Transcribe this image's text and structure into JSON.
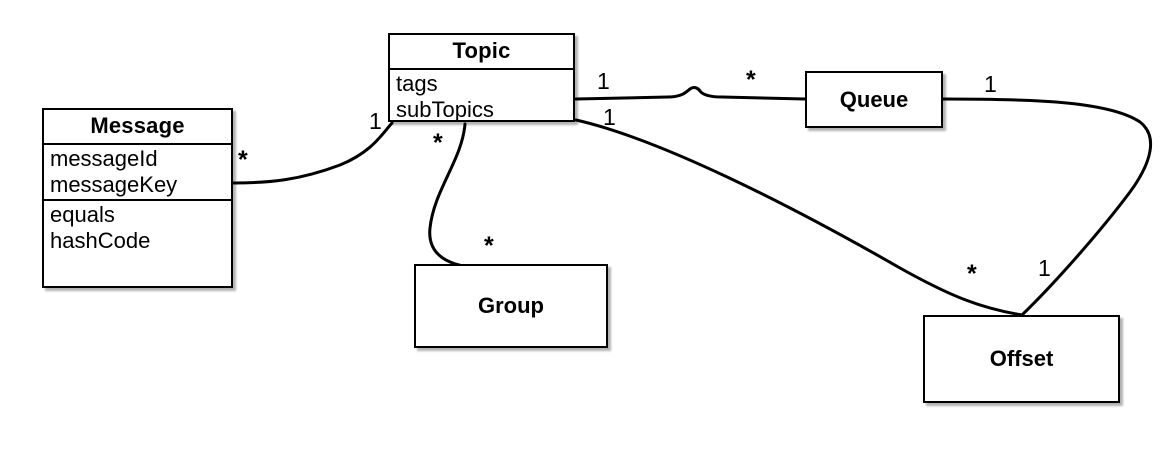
{
  "diagram": {
    "kind": "uml-class-diagram",
    "title": "",
    "background_color": "#ffffff",
    "line_color": "#000000",
    "box_fill": "#ffffff",
    "box_border": "#000000"
  },
  "classes": [
    {
      "id": "message",
      "name": "Message",
      "attributes": [
        "messageId",
        "messageKey"
      ],
      "operations": [
        "equals",
        "hashCode"
      ]
    },
    {
      "id": "topic",
      "name": "Topic",
      "attributes": [
        "tags",
        "subTopics"
      ],
      "operations": []
    },
    {
      "id": "queue",
      "name": "Queue",
      "attributes": [],
      "operations": []
    },
    {
      "id": "group",
      "name": "Group",
      "attributes": [],
      "operations": []
    },
    {
      "id": "offset",
      "name": "Offset",
      "attributes": [],
      "operations": []
    }
  ],
  "associations": [
    {
      "id": "message-topic",
      "from": "message",
      "to": "topic",
      "from_multiplicity": "*",
      "to_multiplicity": "1"
    },
    {
      "id": "topic-queue",
      "from": "topic",
      "to": "queue",
      "from_multiplicity": "1",
      "to_multiplicity": "*"
    },
    {
      "id": "topic-group",
      "from": "topic",
      "to": "group",
      "from_multiplicity": "*",
      "to_multiplicity": "*"
    },
    {
      "id": "topic-offset",
      "from": "topic",
      "to": "offset",
      "from_multiplicity": "1",
      "to_multiplicity": "*"
    },
    {
      "id": "queue-offset",
      "from": "queue",
      "to": "offset",
      "from_multiplicity": "1",
      "to_multiplicity": "1"
    }
  ],
  "multiplicity_labels": {
    "message_star": "*",
    "topic_to_message_one": "1",
    "topic_to_queue_one": "1",
    "queue_star": "*",
    "topic_to_group_star": "*",
    "group_star": "*",
    "topic_to_offset_one": "1",
    "offset_from_topic_star": "*",
    "queue_to_offset_one": "1",
    "offset_from_queue_one": "1"
  }
}
